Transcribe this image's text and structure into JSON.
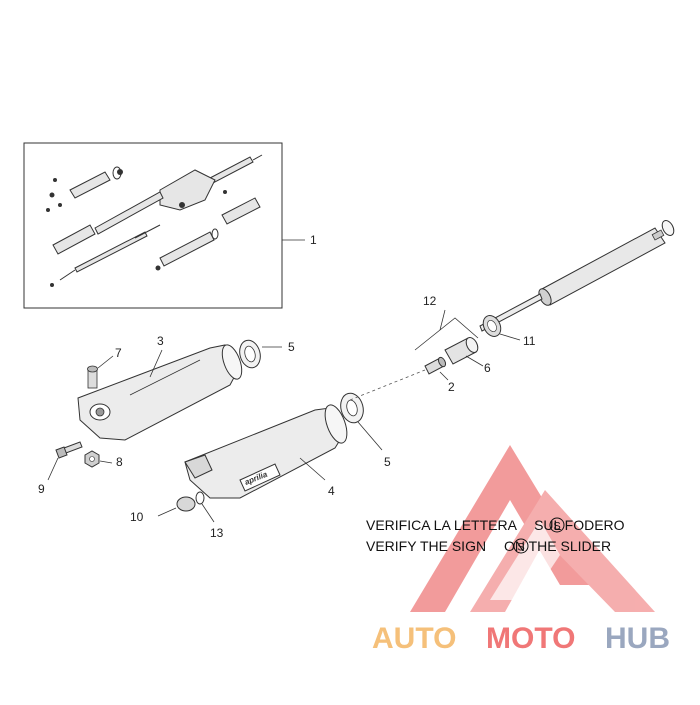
{
  "diagram": {
    "labels": {
      "p1": "1",
      "p2": "2",
      "p3": "3",
      "p4": "4",
      "p5a": "5",
      "p5b": "5",
      "p6": "6",
      "p7": "7",
      "p8": "8",
      "p9": "9",
      "p10": "10",
      "p11": "11",
      "p12": "12",
      "p13": "13"
    },
    "note_line1": {
      "before": "VERIFICA LA LETTERA ",
      "after": "SUL FODERO"
    },
    "note_line2": {
      "before": "VERIFY THE SIGN ",
      "after": " ON THE SLIDER"
    },
    "sign_letter": "S",
    "stamp_text": "aprilia"
  },
  "watermark": {
    "brand_part1": "AUTO",
    "brand_part2": "MOTO",
    "brand_part3": "HUB",
    "color_primary": "#f07777",
    "color_secondary": "#f5c07a",
    "color_tertiary": "#9aa7bf"
  }
}
